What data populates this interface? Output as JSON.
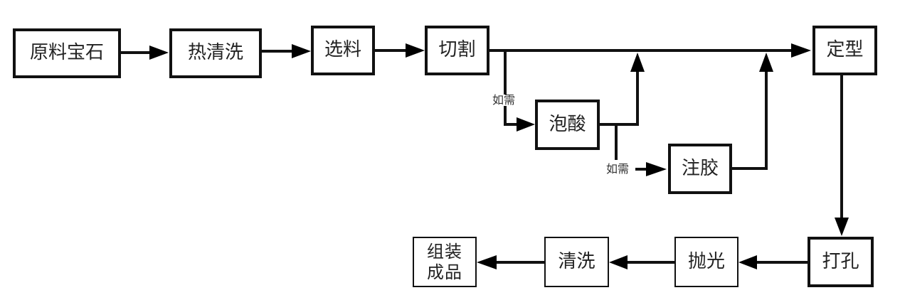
{
  "title": "宝石加工工艺流程图",
  "nodes": {
    "raw": "原料宝石",
    "hot_wash": "热清洗",
    "select": "选料",
    "cut": "切割",
    "acid": "泡酸",
    "glue": "注胶",
    "shape": "定型",
    "drill": "打孔",
    "polish": "抛光",
    "clean": "清洗",
    "assemble": "组装成品"
  },
  "edge_labels": {
    "cut_to_acid": "如需",
    "acid_to_glue": "如需"
  },
  "edges": [
    {
      "from": "原料宝石",
      "to": "热清洗"
    },
    {
      "from": "热清洗",
      "to": "选料"
    },
    {
      "from": "选料",
      "to": "切割"
    },
    {
      "from": "切割",
      "to": "定型"
    },
    {
      "from": "切割",
      "to": "泡酸",
      "label": "如需"
    },
    {
      "from": "泡酸",
      "to": "定型"
    },
    {
      "from": "泡酸",
      "to": "注胶",
      "label": "如需"
    },
    {
      "from": "注胶",
      "to": "定型"
    },
    {
      "from": "定型",
      "to": "打孔"
    },
    {
      "from": "打孔",
      "to": "抛光"
    },
    {
      "from": "抛光",
      "to": "清洗"
    },
    {
      "from": "清洗",
      "to": "组装成品"
    }
  ]
}
